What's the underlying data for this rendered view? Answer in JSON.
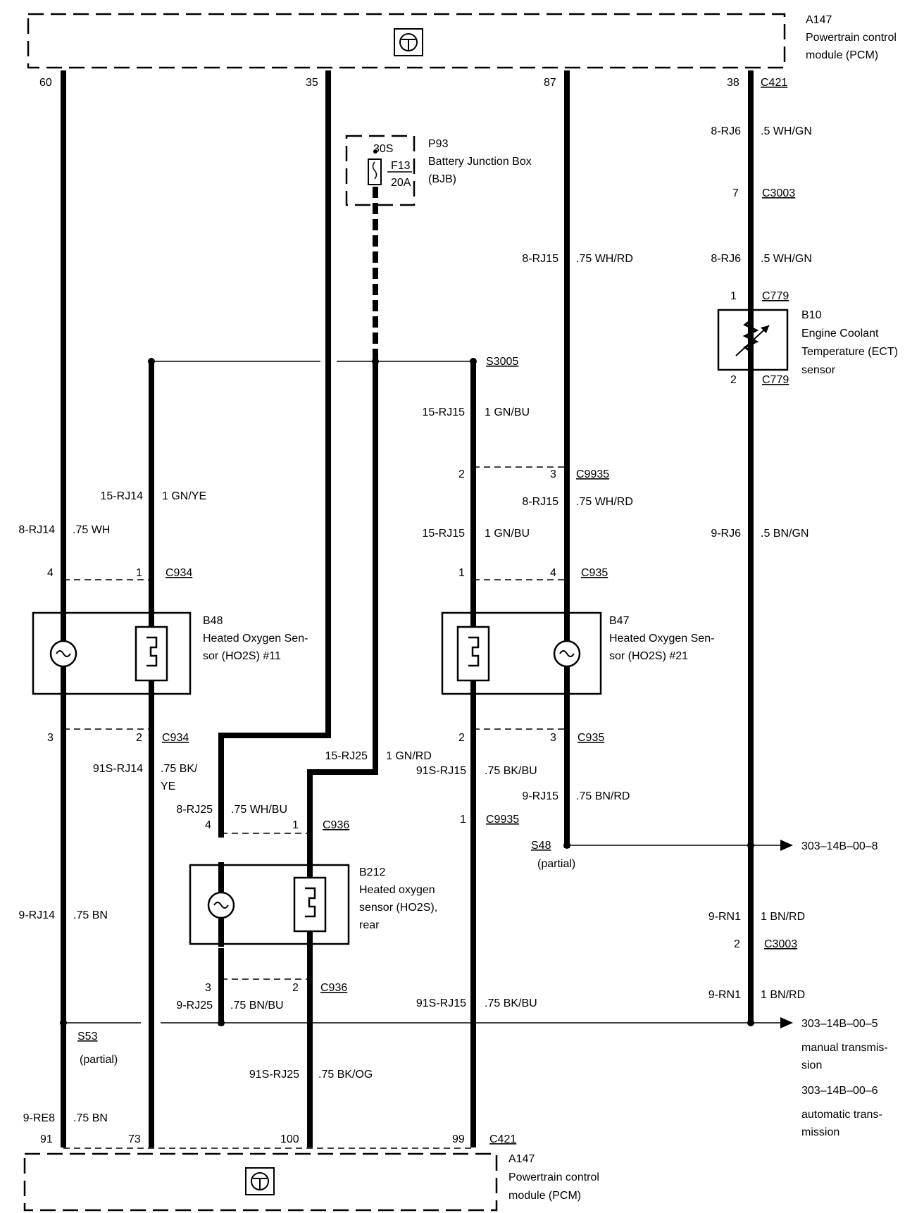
{
  "modules": {
    "pcm_ref": "A147",
    "pcm_line1": "Powertrain control",
    "pcm_line2": "module (PCM)"
  },
  "pins": {
    "top": [
      "60",
      "35",
      "87",
      "38"
    ],
    "bottom": [
      "91",
      "73",
      "100",
      "99"
    ]
  },
  "connectors": {
    "c421_top": "C421",
    "c421_bottom": "C421",
    "c3003_a": "C3003",
    "c3003_b": "C3003",
    "c779_a": "C779",
    "c779_b": "C779",
    "c9935_a": "C9935",
    "c9935_b": "C9935",
    "c934_a": "C934",
    "c934_b": "C934",
    "c935_a": "C935",
    "c935_b": "C935",
    "c936_a": "C936",
    "c936_b": "C936",
    "s3005": "S3005",
    "s48": "S48",
    "s48_partial": "(partial)",
    "s53": "S53",
    "s53_partial": "(partial)"
  },
  "connector_pins": {
    "c3003_7": "7",
    "c779_1": "1",
    "c779_2": "2",
    "c9935_2": "2",
    "c9935_3": "3",
    "c9935_1": "1",
    "c934_4": "4",
    "c934_1": "1",
    "c934_3": "3",
    "c934_2": "2",
    "c935_1": "1",
    "c935_4": "4",
    "c935_2": "2",
    "c935_3": "3",
    "c936_4": "4",
    "c936_1": "1",
    "c936_3": "3",
    "c936_2": "2",
    "c3003_2": "2"
  },
  "bjb": {
    "ref": "P93",
    "line1": "Battery Junction Box",
    "line2": "(BJB)",
    "terminal": "30S",
    "fuse": "F13",
    "rating": "20A"
  },
  "components": {
    "b10_ref": "B10",
    "b10_l1": "Engine Coolant",
    "b10_l2": "Temperature (ECT)",
    "b10_l3": "sensor",
    "b48_ref": "B48",
    "b48_l1": "Heated Oxygen Sen-",
    "b48_l2": "sor (HO2S) #11",
    "b47_ref": "B47",
    "b47_l1": "Heated Oxygen Sen-",
    "b47_l2": "sor (HO2S) #21",
    "b212_ref": "B212",
    "b212_l1": "Heated oxygen",
    "b212_l2": "sensor (HO2S),",
    "b212_l3": "rear"
  },
  "wire_labels": {
    "w1_code": "8-RJ6",
    "w1_spec": ".5 WH/GN",
    "w2_code": "8-RJ6",
    "w2_spec": ".5 WH/GN",
    "w3_code": "8-RJ15",
    "w3_spec": ".75 WH/RD",
    "w4_code": "15-RJ15",
    "w4_spec": "1 GN/BU",
    "w5_code": "8-RJ15",
    "w5_spec": ".75 WH/RD",
    "w6_code": "15-RJ15",
    "w6_spec": "1 GN/BU",
    "w7_code": "9-RJ6",
    "w7_spec": ".5 BN/GN",
    "w8_code": "15-RJ14",
    "w8_spec": "1 GN/YE",
    "w9_code": "8-RJ14",
    "w9_spec": ".75 WH",
    "w10_code": "91S-RJ14",
    "w10_spec": ".75 BK/",
    "w10_spec2": "YE",
    "w11_code": "15-RJ25",
    "w11_spec": "1 GN/RD",
    "w12_code": "91S-RJ15",
    "w12_spec": ".75 BK/BU",
    "w13_code": "9-RJ15",
    "w13_spec": ".75 BN/RD",
    "w14_code": "8-RJ25",
    "w14_spec": ".75 WH/BU",
    "w15_code": "9-RJ14",
    "w15_spec": ".75 BN",
    "w16_code": "9-RN1",
    "w16_spec": "1 BN/RD",
    "w17_code": "9-RN1",
    "w17_spec": "1 BN/RD",
    "w18_code": "9-RJ25",
    "w18_spec": ".75 BN/BU",
    "w19_code": "91S-RJ15",
    "w19_spec": ".75 BK/BU",
    "w20_code": "91S-RJ25",
    "w20_spec": ".75 BK/OG",
    "w21_code": "9-RE8",
    "w21_spec": ".75 BN"
  },
  "references": {
    "ref1": "303–14B–00–8",
    "ref2": "303–14B–00–5",
    "ref2_n1": "manual transmis-",
    "ref2_n2": "sion",
    "ref3": "303–14B–00–6",
    "ref3_n1": "automatic trans-",
    "ref3_n2": "mission"
  }
}
